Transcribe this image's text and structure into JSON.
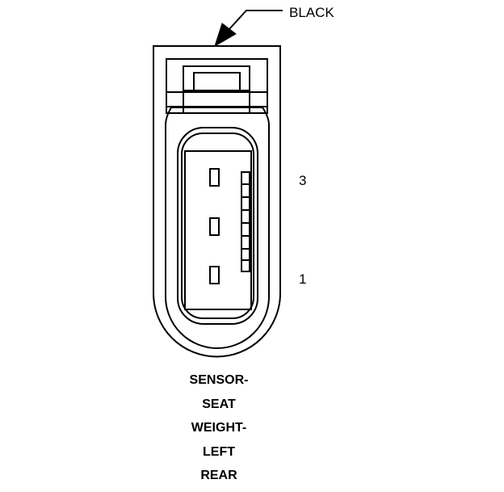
{
  "connector": {
    "color_label": "BLACK",
    "pin_labels": {
      "top": "3",
      "bottom": "1"
    }
  },
  "caption": {
    "lines": [
      "SENSOR-",
      "SEAT",
      "WEIGHT-",
      "LEFT",
      "REAR"
    ]
  },
  "colors": {
    "stroke": "#000000",
    "background": "#ffffff"
  }
}
